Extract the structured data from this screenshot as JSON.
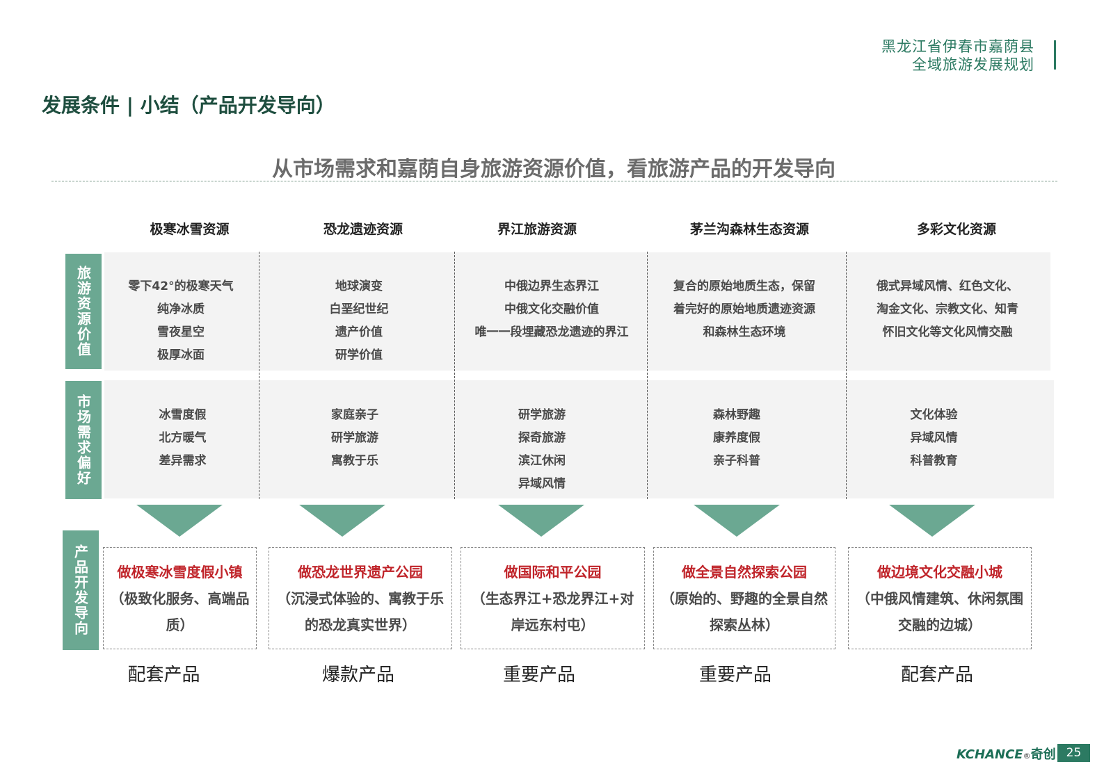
{
  "header": {
    "line1": "黑龙江省伊春市嘉荫县",
    "line2": "全域旅游发展规划"
  },
  "page_title": "发展条件 | 小结（产品开发导向）",
  "subtitle": "从市场需求和嘉荫自身旅游资源价值，看旅游产品的开发导向",
  "columns": [
    {
      "head": "极寒冰雪资源",
      "resource": [
        "零下42°的极寒天气",
        "纯净冰质",
        "雪夜星空",
        "极厚冰面"
      ],
      "market": [
        "冰雪度假",
        "北方暖气",
        "差异需求"
      ],
      "product_title": "做极寒冰雪度假小镇",
      "product_desc": "（极致化服务、高端品质）",
      "product_type": "配套产品"
    },
    {
      "head": "恐龙遗迹资源",
      "resource": [
        "地球演变",
        "白垩纪世纪",
        "遗产价值",
        "研学价值"
      ],
      "market": [
        "家庭亲子",
        "研学旅游",
        "寓教于乐"
      ],
      "product_title": "做恐龙世界遗产公园",
      "product_desc": "（沉浸式体验的、寓教于乐的恐龙真实世界）",
      "product_type": "爆款产品"
    },
    {
      "head": "界江旅游资源",
      "resource": [
        "中俄边界生态界江",
        "中俄文化交融价值",
        "唯一一段埋藏恐龙遗迹的界江"
      ],
      "market": [
        "研学旅游",
        "探奇旅游",
        "滨江休闲",
        "异域风情"
      ],
      "product_title": "做国际和平公园",
      "product_desc": "（生态界江+恐龙界江+对岸远东村屯）",
      "product_type": "重要产品"
    },
    {
      "head": "茅兰沟森林生态资源",
      "resource": [
        "复合的原始地质生态，保留",
        "着完好的原始地质遗迹资源",
        "和森林生态环境"
      ],
      "market": [
        "森林野趣",
        "康养度假",
        "亲子科普"
      ],
      "product_title": "做全景自然探索公园",
      "product_desc": "（原始的、野趣的全景自然探索丛林）",
      "product_type": "重要产品"
    },
    {
      "head": "多彩文化资源",
      "resource": [
        "俄式异域风情、红色文化、",
        "淘金文化、宗教文化、知青",
        "怀旧文化等文化风情交融"
      ],
      "market": [
        "文化体验",
        "异域风情",
        "科普教育"
      ],
      "product_title": "做边境文化交融小城",
      "product_desc": "（中俄风情建筑、休闲氛围交融的边城）",
      "product_type": "配套产品"
    }
  ],
  "row_labels": {
    "resource": "旅游资源价值",
    "market": "市场需求偏好",
    "product": "产品开发导向"
  },
  "footer": {
    "logo_text": "KCHANCE",
    "logo_cn": "奇创",
    "logo_mark": "®",
    "page_number": "25"
  },
  "colors": {
    "accent_green": "#6ba892",
    "dark_green": "#2c7a62",
    "product_red": "#c0242a"
  }
}
